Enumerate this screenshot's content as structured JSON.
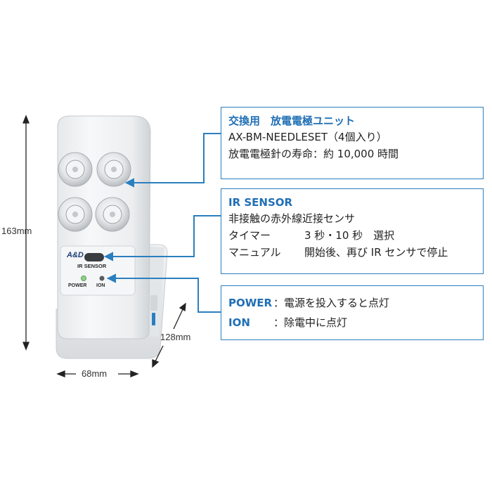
{
  "dimensions": {
    "height": "163mm",
    "width": "68mm",
    "depth": "128mm"
  },
  "device": {
    "brand": "A&D",
    "sensor_label": "IR SENSOR",
    "power_label": "POWER",
    "ion_label": "ION",
    "accent_color": "#2a7fbf"
  },
  "callouts": {
    "electrode": {
      "title": "交換用　放電電極ユニット",
      "line1": "AX-BM-NEEDLESET（4個入り）",
      "line2": "放電電極針の寿命：約 10,000 時間"
    },
    "sensor": {
      "title": "IR SENSOR",
      "line1": "非接触の赤外線近接センサ",
      "line2_label": "タイマー",
      "line2_value": "3 秒・10 秒　選択",
      "line3_label": "マニュアル",
      "line3_value": "開始後、再び IR センサで停止"
    },
    "indicators": {
      "power_key": "POWER",
      "power_value": "：電源を投入すると点灯",
      "ion_key": "ION",
      "ion_value": "：除電中に点灯"
    }
  }
}
